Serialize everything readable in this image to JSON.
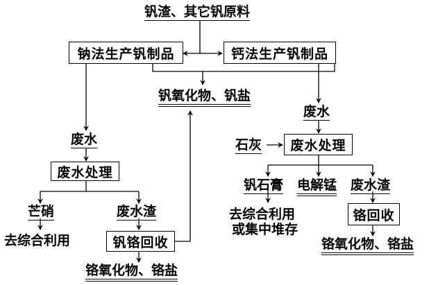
{
  "diagram": {
    "source": "钒渣、其它钒原料",
    "sodium_process": "钠法生产钒制品",
    "calcium_process": "钙法生产钒制品",
    "vanadium_products": "钒氧化物、钒盐",
    "left": {
      "wastewater": "废水",
      "treatment": "废水处理",
      "mirabilite": "芒硝",
      "mirabilite_use": "去综合利用",
      "residue": "废水渣",
      "recovery": "钒铬回收",
      "chromium_products": "铬氧化物、铬盐"
    },
    "right": {
      "wastewater": "废水",
      "lime": "石灰",
      "treatment": "废水处理",
      "gypsum": "钒石膏",
      "manganese": "电解锰",
      "residue": "废水渣",
      "gypsum_use_line1": "去综合利用",
      "gypsum_use_line2": "或集中堆存",
      "recovery": "铬回收",
      "chromium_products": "铬氧化物、铬盐"
    }
  }
}
